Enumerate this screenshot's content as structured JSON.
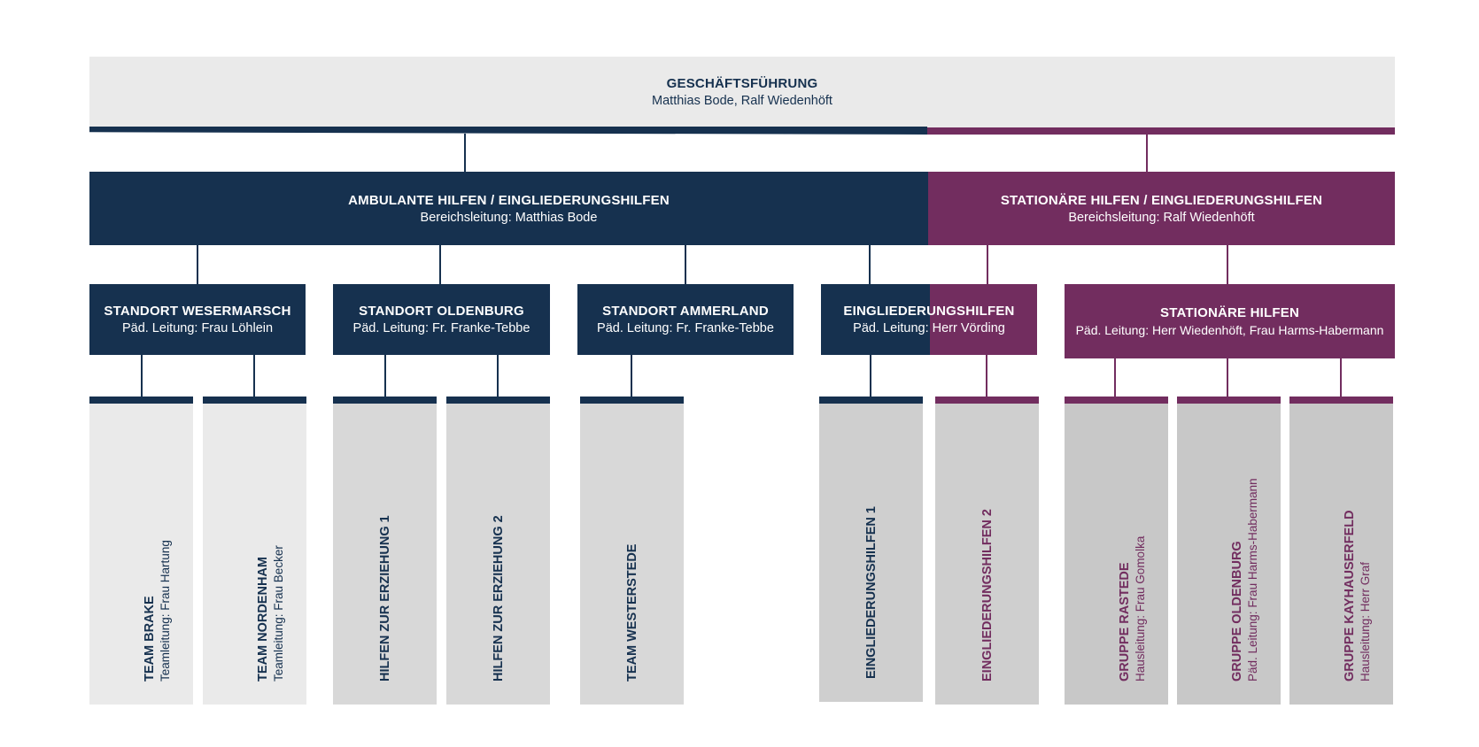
{
  "colors": {
    "navy": "#16314f",
    "purple": "#722d5f",
    "light_gray": "#eaeaea",
    "mid_gray": "#d8d8d8",
    "dark_gray": "#c8c8c8"
  },
  "top": {
    "title": "GESCHÄFTSFÜHRUNG",
    "subtitle": "Matthias Bode, Ralf Wiedenhöft"
  },
  "divisions": [
    {
      "title": "AMBULANTE HILFEN / EINGLIEDERUNGSHILFEN",
      "subtitle": "Bereichsleitung: Matthias Bode"
    },
    {
      "title": "STATIONÄRE HILFEN / EINGLIEDERUNGSHILFEN",
      "subtitle": "Bereichsleitung: Ralf Wiedenhöft"
    }
  ],
  "locations": [
    {
      "title": "STANDORT WESERMARSCH",
      "subtitle": "Päd. Leitung: Frau Löhlein"
    },
    {
      "title": "STANDORT OLDENBURG",
      "subtitle": "Päd. Leitung: Fr. Franke-Tebbe"
    },
    {
      "title": "STANDORT AMMERLAND",
      "subtitle": "Päd. Leitung: Fr. Franke-Tebbe"
    },
    {
      "title": "EINGLIEDERUNGSHILFEN",
      "subtitle": "Päd. Leitung: Herr Vörding"
    },
    {
      "title": "STATIONÄRE HILFEN",
      "subtitle": "Päd. Leitung: Herr Wiedenhöft, Frau Harms-Habermann"
    }
  ],
  "units": [
    {
      "name": "TEAM BRAKE",
      "lead": "Teamleitung: Frau Hartung"
    },
    {
      "name": "TEAM NORDENHAM",
      "lead": "Teamleitung: Frau Becker"
    },
    {
      "name": "HILFEN ZUR ERZIEHUNG 1",
      "lead": ""
    },
    {
      "name": "HILFEN ZUR ERZIEHUNG 2",
      "lead": ""
    },
    {
      "name": "TEAM WESTERSTEDE",
      "lead": ""
    },
    {
      "name": "EINGLIEDERUNGSHILFEN 1",
      "lead": ""
    },
    {
      "name": "EINGLIEDERUNGSHILFEN 2",
      "lead": ""
    },
    {
      "name": "GRUPPE RASTEDE",
      "lead": "Hausleitung: Frau Gomolka"
    },
    {
      "name": "GRUPPE OLDENBURG",
      "lead": "Päd. Leitung: Frau Harms-Habermann"
    },
    {
      "name": "GRUPPE KAYHAUSERFELD",
      "lead": "Hausleitung: Herr Graf"
    }
  ]
}
